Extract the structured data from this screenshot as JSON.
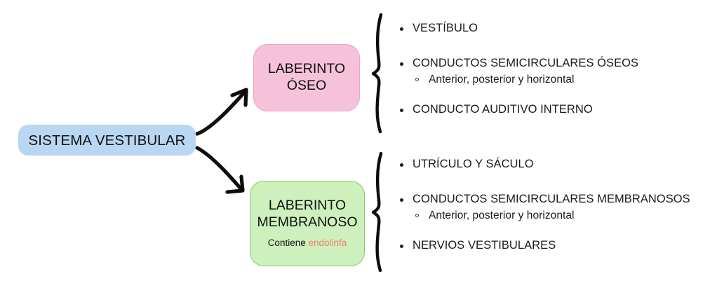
{
  "diagram": {
    "title_node": "SISTEMA VESTIBULAR",
    "colors": {
      "root_fill": "#b9d6f2",
      "osseous_fill": "#f6c2da",
      "osseous_border": "#eda3c6",
      "membranous_fill": "#cdf0bc",
      "membranous_border": "#86c96c",
      "highlight_text": "#f0806f",
      "text": "#1b1b1b",
      "background": "#ffffff"
    },
    "nodes": {
      "root": {
        "label": "SISTEMA VESTIBULAR"
      },
      "osseous": {
        "line1": "LABERINTO",
        "line2": "ÓSEO"
      },
      "membranous": {
        "line1": "LABERINTO",
        "line2": "MEMBRANOSO",
        "note_prefix": "Contiene ",
        "note_highlight": "endolinfa"
      }
    },
    "branches": [
      {
        "name": "osseous",
        "items": [
          {
            "text": "VESTÍBULO",
            "sub": []
          },
          {
            "text": "CONDUCTOS SEMICIRCULARES ÓSEOS",
            "sub": [
              "Anterior, posterior y horizontal"
            ]
          },
          {
            "text": "CONDUCTO AUDITIVO INTERNO",
            "sub": []
          }
        ]
      },
      {
        "name": "membranous",
        "items": [
          {
            "text": "UTRÍCULO Y SÁCULO",
            "sub": []
          },
          {
            "text": "CONDUCTOS SEMICIRCULARES MEMBRANOSOS",
            "sub": [
              "Anterior, posterior y horizontal"
            ]
          },
          {
            "text": "NERVIOS VESTIBULARES",
            "sub": []
          }
        ]
      }
    ],
    "connectors": [
      {
        "name": "arrow-root-to-osseous",
        "from": "SISTEMA VESTIBULAR",
        "to": "LABERINTO ÓSEO"
      },
      {
        "name": "arrow-root-to-membranous",
        "from": "SISTEMA VESTIBULAR",
        "to": "LABERINTO MEMBRANOSO"
      },
      {
        "name": "brace-osseous",
        "groups": "osseous"
      },
      {
        "name": "brace-membranous",
        "groups": "membranous"
      }
    ]
  }
}
